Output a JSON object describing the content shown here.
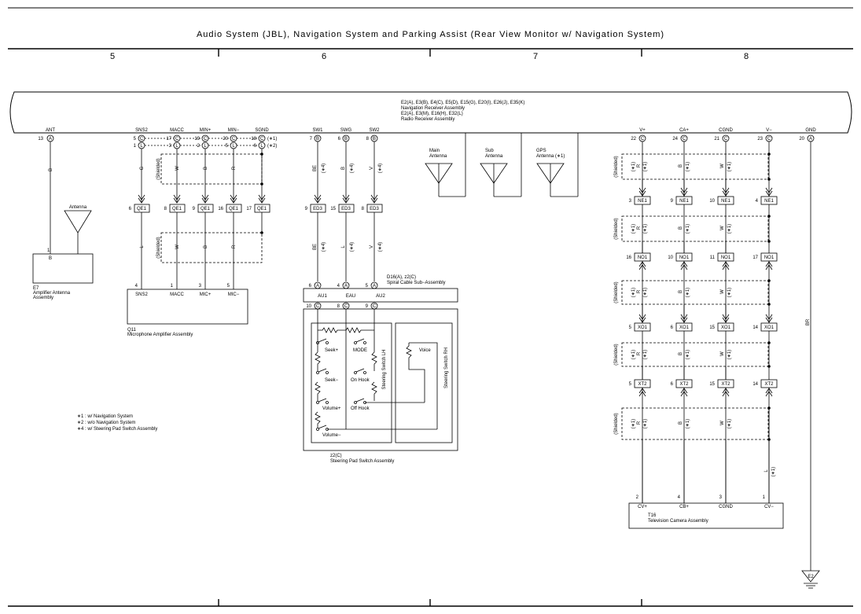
{
  "title": "Audio System (JBL),  Navigation System and Parking Assist (Rear View Monitor w/ Navigation System)",
  "columns": [
    "5",
    "6",
    "7",
    "8"
  ],
  "receiver": {
    "lines": [
      "E2(A), E3(B), E4(C), E5(D), E15(G), E20(I), E26(J), E35(K)",
      "Navigation Receiver Assembly",
      "E2(A), E3(M), E16(H), E32(L)",
      "Radio Receiver Assembly"
    ]
  },
  "receiver_pins": [
    {
      "label": "ANT",
      "num": "13",
      "conn": "A"
    },
    {
      "label": "SNS2",
      "num": "5",
      "conn": "C"
    },
    {
      "label": "MACC",
      "num": "17",
      "conn": "C"
    },
    {
      "label": "MIN+",
      "num": "19",
      "conn": "C"
    },
    {
      "label": "MIN−",
      "num": "20",
      "conn": "C"
    },
    {
      "label": "SGND",
      "num": "18",
      "conn": "C"
    },
    {
      "label": "SW1",
      "num": "7",
      "conn": "B"
    },
    {
      "label": "SWG",
      "num": "6",
      "conn": "B"
    },
    {
      "label": "SW2",
      "num": "8",
      "conn": "B"
    },
    {
      "label": "V+",
      "num": "22",
      "conn": "C"
    },
    {
      "label": "CA+",
      "num": "24",
      "conn": "C"
    },
    {
      "label": "CGND",
      "num": "21",
      "conn": "C"
    },
    {
      "label": "V−",
      "num": "23",
      "conn": "C"
    },
    {
      "label": "GND",
      "num": "20",
      "conn": "A"
    }
  ],
  "radio_pins": [
    {
      "num": "1",
      "conn": "L"
    },
    {
      "num": "3",
      "conn": "L"
    },
    {
      "num": "2",
      "conn": "L"
    },
    {
      "num": "5",
      "conn": "L"
    },
    {
      "num": "6",
      "conn": "L"
    }
  ],
  "notes": {
    "n1": "(∗1)",
    "n2": "(∗2)",
    "n4": "(∗4)",
    "shielded": "(Shielded)",
    "footnotes": [
      "∗1 : w/ Navigation System",
      "∗2 : w/o Navigation System",
      "∗4 : w/ Steering Pad Switch Assembly"
    ]
  },
  "wire_colors": {
    "ant": "B",
    "sns2": "G",
    "sns2_low": "L",
    "macc": "W",
    "minp": "B",
    "minm": "R",
    "sw1": "BE",
    "swg": "B",
    "sw2": "V",
    "vplus": "R",
    "caplus": "B",
    "cgnd": "W",
    "vminus": "L",
    "gnd": "BR"
  },
  "connectors": {
    "qe1": [
      {
        "pin": "6",
        "name": "QE1"
      },
      {
        "pin": "8",
        "name": "QE1"
      },
      {
        "pin": "9",
        "name": "QE1"
      },
      {
        "pin": "16",
        "name": "QE1"
      },
      {
        "pin": "17",
        "name": "QE1"
      }
    ],
    "ed3": [
      {
        "pin": "9",
        "name": "ED3"
      },
      {
        "pin": "15",
        "name": "ED3"
      },
      {
        "pin": "8",
        "name": "ED3"
      }
    ],
    "ne1": [
      {
        "pin": "3",
        "name": "NE1"
      },
      {
        "pin": "9",
        "name": "NE1"
      },
      {
        "pin": "10",
        "name": "NE1"
      },
      {
        "pin": "4",
        "name": "NE1"
      }
    ],
    "no1": [
      {
        "pin": "16",
        "name": "NO1"
      },
      {
        "pin": "10",
        "name": "NO1"
      },
      {
        "pin": "11",
        "name": "NO1"
      },
      {
        "pin": "17",
        "name": "NO1"
      }
    ],
    "xo1": [
      {
        "pin": "5",
        "name": "XO1"
      },
      {
        "pin": "6",
        "name": "XO1"
      },
      {
        "pin": "15",
        "name": "XO1"
      },
      {
        "pin": "14",
        "name": "XO1"
      }
    ],
    "xt2": [
      {
        "pin": "5",
        "name": "XT2"
      },
      {
        "pin": "6",
        "name": "XT2"
      },
      {
        "pin": "15",
        "name": "XT2"
      },
      {
        "pin": "14",
        "name": "XT2"
      }
    ]
  },
  "amp_antenna": {
    "antenna_label": "Antenna",
    "pin": "1",
    "pin_label": "B",
    "code": "E7",
    "name1": "Amplifier Antenna",
    "name2": "Assembly"
  },
  "mic_amp": {
    "pins": [
      {
        "num": "4",
        "label": "SNS2"
      },
      {
        "num": "1",
        "label": "MACC"
      },
      {
        "num": "3",
        "label": "MIC+"
      },
      {
        "num": "5",
        "label": "MIC−"
      }
    ],
    "code": "Q11",
    "name": "Microphone Amplifier Assembly"
  },
  "antennas": [
    {
      "l1": "Main",
      "l2": "Antenna"
    },
    {
      "l1": "Sub",
      "l2": "Antenna"
    },
    {
      "l1": "GPS",
      "l2": "Antenna (∗1)"
    }
  ],
  "spiral": {
    "code": "D16(A), z2(C)",
    "name": "Spiral Cable Sub−Assembly",
    "top_pins": [
      {
        "num": "6",
        "conn": "A"
      },
      {
        "num": "4",
        "conn": "A"
      },
      {
        "num": "5",
        "conn": "A"
      }
    ],
    "labels": [
      "AU1",
      "EAU",
      "AU2"
    ],
    "bottom_pins": [
      {
        "num": "10",
        "conn": "C"
      },
      {
        "num": "8",
        "conn": "C"
      },
      {
        "num": "9",
        "conn": "C"
      }
    ]
  },
  "steering": {
    "switches": [
      "Seek+",
      "MODE",
      "Seek−",
      "On Hook",
      "Volume+",
      "Off Hook",
      "Volume−",
      "Voice"
    ],
    "lh": "Steering Switch LH",
    "rh": "Steering Switch RH",
    "code": "z2(C)",
    "name": "Steering Pad Switch Assembly"
  },
  "camera": {
    "pins": [
      {
        "num": "2",
        "label": "CV+"
      },
      {
        "num": "4",
        "label": "CB+"
      },
      {
        "num": "3",
        "label": "CGND"
      },
      {
        "num": "1",
        "label": "CV−"
      }
    ],
    "code": "T16",
    "name": "Television Camera Assembly"
  },
  "ground": {
    "label": "E2"
  }
}
